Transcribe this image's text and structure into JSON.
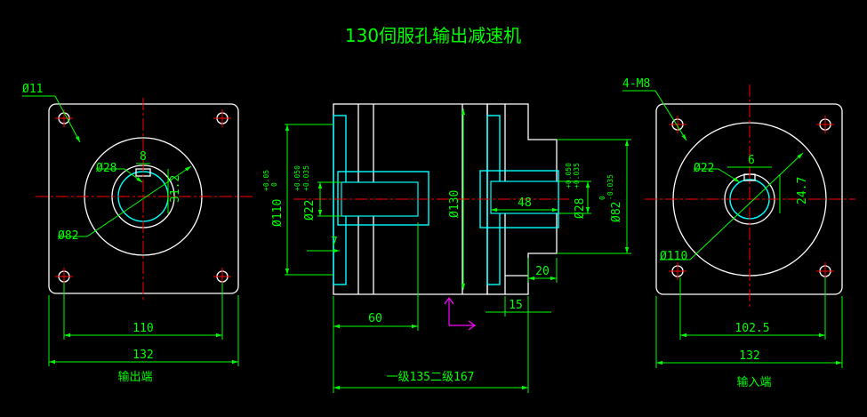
{
  "title": "130伺服孔输出减速机",
  "left_view": {
    "label": "输出端",
    "hole_dia": "Ø11",
    "bore": "Ø28",
    "key_width": "8",
    "key_depth": "31.2",
    "boss": "Ø82",
    "pcd": "110",
    "width": "132"
  },
  "middle_view": {
    "housing_dia": "Ø130",
    "output_pilot": "Ø110",
    "output_pilot_tol_upper": "+0.05",
    "output_pilot_tol_lower": "0",
    "output_bore": "Ø22",
    "output_bore_tol_upper": "+0.050",
    "output_bore_tol_lower": "+0.035",
    "input_bore": "Ø28",
    "input_bore_tol_upper": "+0.050",
    "input_bore_tol_lower": "+0.035",
    "input_pilot": "Ø82",
    "input_pilot_tol_upper": "0",
    "input_pilot_tol_lower": "-0.035",
    "dim_7": "7",
    "dim_48": "48",
    "dim_20": "20",
    "dim_15": "15",
    "dim_60": "60",
    "length": "一级135二级167"
  },
  "right_view": {
    "label": "输入端",
    "holes": "4-M8",
    "bore": "Ø22",
    "key_width": "6",
    "key_depth": "24.7",
    "pcd_circle": "Ø110",
    "pcd": "102.5",
    "width": "132"
  },
  "colors": {
    "background": "#000000",
    "outline": "#ffffff",
    "dimension": "#00ff00",
    "hatch": "#00ffff",
    "centerline": "#ff0000",
    "ucs": "#ff00ff"
  }
}
